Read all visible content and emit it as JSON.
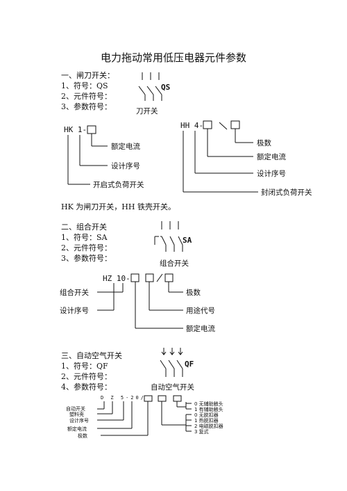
{
  "title": "电力拖动常用低压电器元件参数",
  "s1": {
    "heading": "一、闸刀开关：",
    "l1": "1、符号：QS",
    "l2": "2、元件符号：",
    "l3": "3、参数符号：",
    "sym_code": "QS",
    "sym_caption": "刀开关",
    "hk_code": "HK 1-",
    "hk_labels": [
      "额定电流",
      "设计序号",
      "开启式负荷开关"
    ],
    "hh_code": "HH 4-",
    "hh_labels": [
      "极数",
      "额定电流",
      "设计序号",
      "封闭式负荷开关"
    ],
    "note": "HK 为闸刀开关，HH 铁壳开关。"
  },
  "s2": {
    "heading": "二、组合开关",
    "l1": "1、符号：SA",
    "l2": "2、元件符号：",
    "l3": "3、参数符号：",
    "sym_code": "SA",
    "sym_caption": "组合开关",
    "hz_code": "HZ 10-",
    "hz_labels": [
      "组合开关",
      "设计序号",
      "极数",
      "用途代号",
      "额定电流"
    ]
  },
  "s3": {
    "heading": "三、自动空气开关",
    "l1": "1、符号：QF",
    "l2": "2、元件符号：",
    "l3": "4、参数符号：",
    "sym_code": "QF",
    "sym_caption": "自动空气开关",
    "dz_code": "D Z 5-20/",
    "dz_left_labels": [
      "自动开关",
      "塑料壳",
      "设计序号",
      "额定电流",
      "极数"
    ],
    "dz_right_labels": [
      "0  无辅助触头",
      "1  有辅助触头",
      "0  无脱扣器",
      "1  热脱扣器",
      "2  电磁脱扣器",
      "3  复式"
    ]
  }
}
